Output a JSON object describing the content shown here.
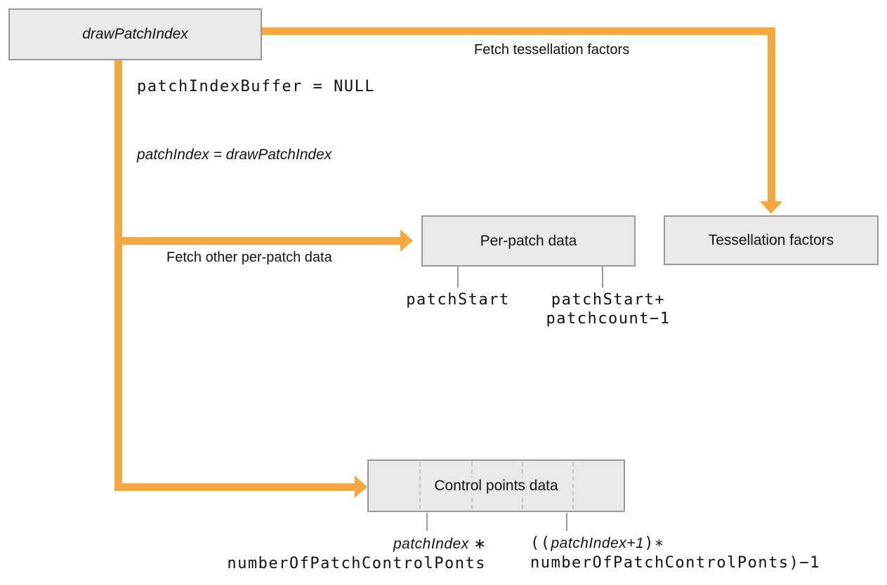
{
  "diagram": {
    "nodes": {
      "draw_patch_index": {
        "label": "drawPatchIndex"
      },
      "per_patch": {
        "label": "Per-patch data"
      },
      "tessellation": {
        "label": "Tessellation factors"
      },
      "control_points": {
        "label": "Control points data"
      }
    },
    "edges": {
      "fetch_tessellation": {
        "label": "Fetch tessellation factors"
      },
      "fetch_per_patch": {
        "label": "Fetch other per-patch data"
      }
    },
    "annotations": {
      "buffer_assignment": "patchIndexBuffer = NULL",
      "index_assignment": "patchIndex = drawPatchIndex"
    },
    "per_patch_range": {
      "start": "patchStart",
      "end_line1": "patchStart+",
      "end_line2": "patchcount−1"
    },
    "control_points_range": {
      "start_italic": "patchIndex",
      "start_operator": " ∗",
      "start_line2": "numberOfPatchControlPonts",
      "end_open": "((",
      "end_italic": "patchIndex+1",
      "end_close": ")∗",
      "end_line2": "numberOfPatchControlPonts)−1"
    },
    "colors": {
      "arrow": "#F6A83F",
      "box_fill": "#E8E9E8",
      "box_border": "#97999B",
      "tick": "#9A9A9A",
      "dashed": "#C2C2C2"
    }
  }
}
